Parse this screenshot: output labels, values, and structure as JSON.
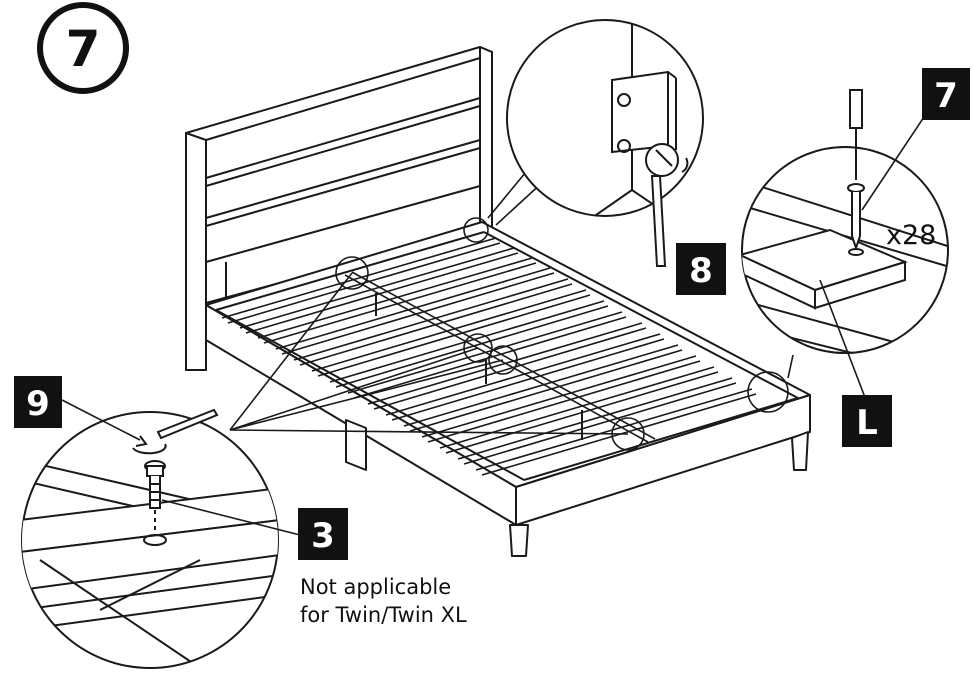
{
  "step": {
    "number": "7"
  },
  "labels": {
    "screw_part": "7",
    "hex_key": "8",
    "wrench": "9",
    "bolt": "3",
    "slat": "L"
  },
  "quantity": "x28",
  "note": {
    "line1": "Not applicable",
    "line2": "for Twin/Twin XL"
  },
  "colors": {
    "ink": "#1a1a1a",
    "label_bg": "#111111",
    "label_fg": "#ffffff",
    "paper": "#ffffff"
  }
}
